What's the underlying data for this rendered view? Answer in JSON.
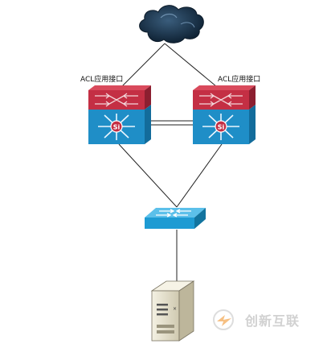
{
  "labels": {
    "acl_left": "ACL应用接口",
    "acl_right": "ACL应用接口"
  },
  "watermark": {
    "text": "创新互联"
  },
  "colors": {
    "cloud": "#1c3348",
    "router_top": "#c42f44",
    "router_top_dark": "#8c1f30",
    "switch_body": "#1f8ec7",
    "switch_body_dark": "#136c9b",
    "access_switch": "#1e9bd3",
    "server": "#e8e3cf",
    "link": "#222222"
  },
  "icons": {
    "cloud": "cloud-icon",
    "core_switch_left": "layer3-switch-icon",
    "core_switch_right": "layer3-switch-icon",
    "access_switch": "workgroup-switch-icon",
    "server": "server-icon",
    "watermark_logo": "logo-icon"
  }
}
